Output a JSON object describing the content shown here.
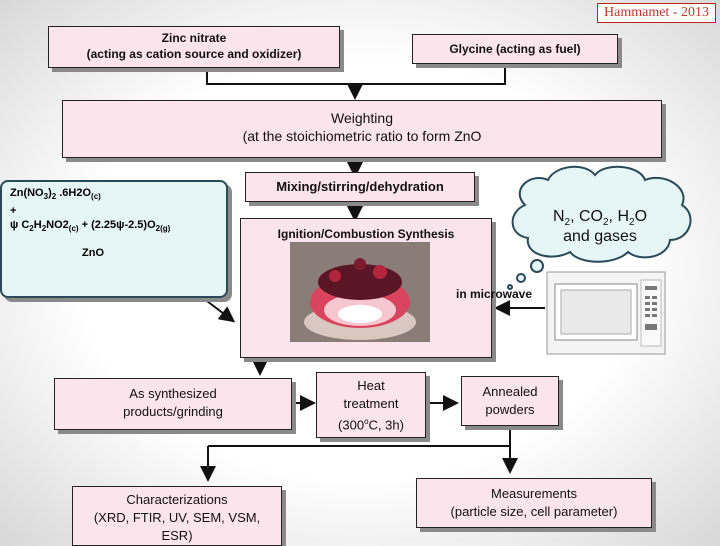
{
  "corner_label": "Hammamet - 2013",
  "zinc_nitrate": {
    "line1": "Zinc nitrate",
    "line2": "(acting as cation source and oxidizer)"
  },
  "glycine": "Glycine (acting as fuel)",
  "weighting": {
    "line1": "Weighting",
    "line2": "(at the stoichiometric ratio to form ZnO"
  },
  "mixing": "Mixing/stirring/dehydration",
  "ignition": "Ignition/Combustion Synthesis",
  "equation": {
    "line1": "Zn(NO3)2 .6H2O(c)",
    "line2": "+",
    "line3": "ψ C2H2NO2(c) + (2.25ψ-2.5)O2(g)",
    "line4": "ZnO"
  },
  "cloud": {
    "line1": "N2, CO2, H2O",
    "line2": "and gases"
  },
  "microwave_label": "in microwave",
  "as_synth": {
    "line1": "As synthesized",
    "line2": "products/grinding"
  },
  "heat": {
    "line1": "Heat",
    "line2": "treatment",
    "line3": "(300oC, 3h)"
  },
  "annealed": {
    "line1": "Annealed",
    "line2": "powders"
  },
  "characterizations": {
    "line1": "Characterizations",
    "line2": "(XRD, FTIR, UV, SEM, VSM,",
    "line3": "ESR)"
  },
  "measurements": {
    "line1": "Measurements",
    "line2": "(particle size, cell parameter)"
  }
}
